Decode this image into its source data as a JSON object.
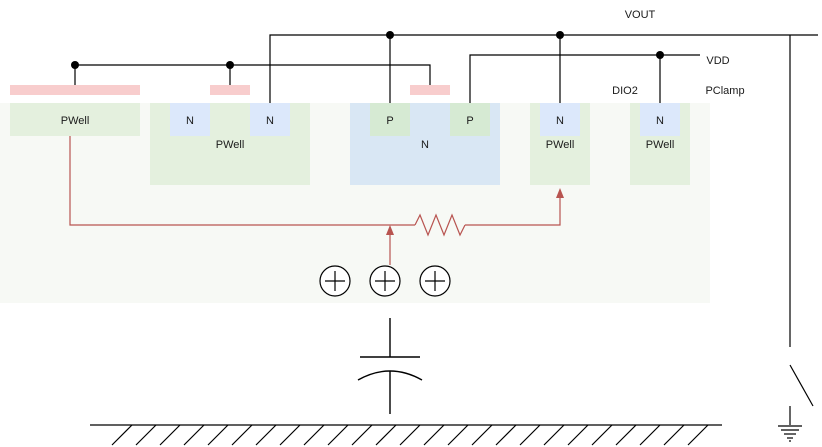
{
  "labels": {
    "vout": "VOUT",
    "vdd": "VDD",
    "dio2": "DIO2",
    "pclamp": "PClamp"
  },
  "regions": {
    "pwell_left": "PWell",
    "n_left_1": "N",
    "n_left_2": "N",
    "pwell_mid": "PWell",
    "p_left": "P",
    "p_right": "P",
    "n_well": "N",
    "dio2_n": "N",
    "dio2_pwell": "PWell",
    "pclamp_n": "N",
    "pclamp_pwell": "PWell"
  },
  "colors": {
    "substrate": "#f7f9f5",
    "pwell": "#e4f0de",
    "nwell": "#d9e7f4",
    "n_diffusion": "#dce8fb",
    "p_diffusion": "#d6ead3",
    "gate": "#f8cdcd",
    "wire": "#000000",
    "resistor_path": "#b85450",
    "ground_hatch": "#000000"
  },
  "icons": {
    "charge": "plus-circle-icon",
    "resistor": "resistor-icon",
    "capacitor": "capacitor-icon",
    "ground": "ground-icon",
    "switch": "switch-icon"
  }
}
